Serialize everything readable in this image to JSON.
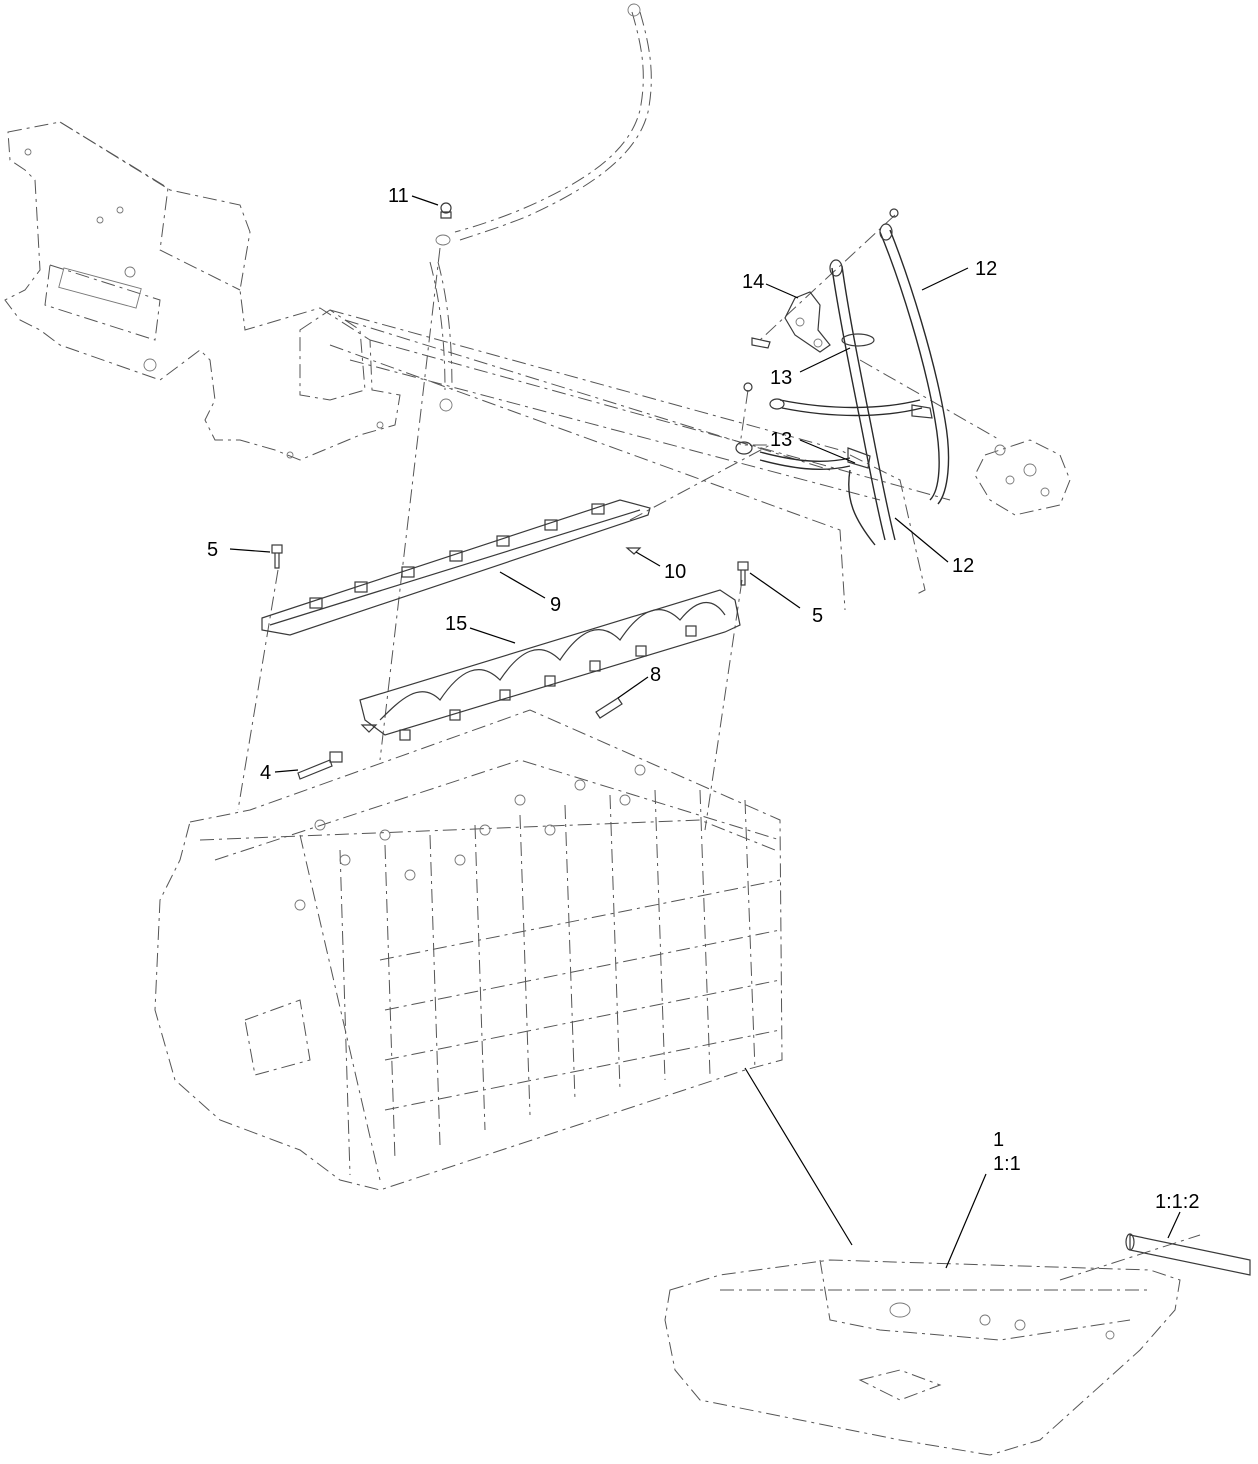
{
  "callouts": {
    "c11": "11",
    "c14": "14",
    "c12a": "12",
    "c13a": "13",
    "c13b": "13",
    "c12b": "12",
    "c5a": "5",
    "c10": "10",
    "c9": "9",
    "c5b": "5",
    "c15": "15",
    "c8": "8",
    "c4": "4",
    "c1": "1",
    "c1_1": "1:1",
    "c1_1_2": "1:1:2"
  },
  "colors": {
    "line": "#3a3a3a",
    "text": "#000000",
    "background": "#ffffff"
  }
}
